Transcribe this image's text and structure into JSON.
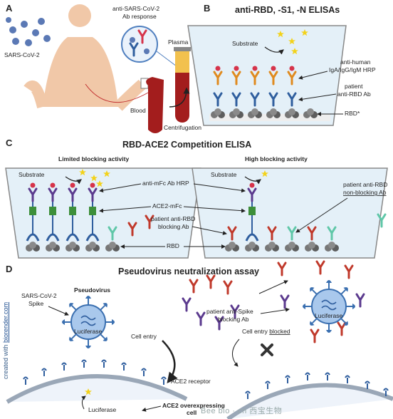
{
  "panels": {
    "A": {
      "letter": "A",
      "virus_label": "SARS-CoV-2",
      "ab_response_line1": "anti-SARS-CoV-2",
      "ab_response_line2": "Ab response",
      "plasma_label": "Plasma",
      "blood_label": "Blood",
      "centrifugation_label": "Centrifugation"
    },
    "B": {
      "letter": "B",
      "title": "anti-RBD, -S1, -N ELISAs",
      "substrate_label": "Substrate",
      "secondary_line1": "anti-human",
      "secondary_line2": "IgA/IgG/IgM HRP",
      "patient_line1": "patient",
      "patient_line2": "anti-RBD Ab",
      "rbd_label": "RBD*"
    },
    "C": {
      "letter": "C",
      "title": "RBD-ACE2 Competition ELISA",
      "left_subtitle": "Limited blocking activity",
      "right_subtitle": "High blocking activity",
      "substrate_left": "Substrate",
      "substrate_right": "Substrate",
      "mfc_label": "anti-mFc Ab HRP",
      "ace2_label": "ACE2-mFc",
      "blocking_line1": "patient anti-RBD",
      "blocking_line2": "blocking Ab",
      "rbd_label": "RBD",
      "nonblock_line1": "patient anti-RBD",
      "nonblock_line2": "non-blocking Ab"
    },
    "D": {
      "letter": "D",
      "title": "Pseudovirus neutralization assay",
      "pseudovirus_label": "Pseudovirus",
      "spike_line1": "SARS-CoV-2",
      "spike_line2": "Spike",
      "luciferase_left": "Luciferase",
      "luciferase_right": "Luciferase",
      "cell_entry": "Cell entry",
      "ace2_receptor": "ACE2 receptor",
      "cell_entry_blocked_prefix": "Cell entry ",
      "cell_entry_blocked_word": "blocked",
      "anti_spike_line1": "patient anti-Spike",
      "anti_spike_line2": "blocking Ab",
      "luciferase_cell": "Luciferase",
      "ace2_cell_line1": "ACE2 overexpressing",
      "ace2_cell_line2": "cell"
    }
  },
  "credit": {
    "prefix": "created with ",
    "link": "biorender.com"
  },
  "watermark": "Bee bio · cn 西宝生物",
  "colors": {
    "antibody_orange": "#e08a1e",
    "antibody_blue": "#2f5e9e",
    "antibody_teal": "#5fc7a8",
    "antibody_red": "#c0392b",
    "antibody_purple": "#5b3a8e",
    "ace2_green": "#3d8f3a",
    "hrp_red": "#d6334a",
    "substrate_yellow": "#f3d21a",
    "well_fill": "#e4f0f8",
    "rbd_grey": "#6e6e6e",
    "blood_red": "#a31d1d",
    "plasma_yellow": "#f2c14e"
  }
}
